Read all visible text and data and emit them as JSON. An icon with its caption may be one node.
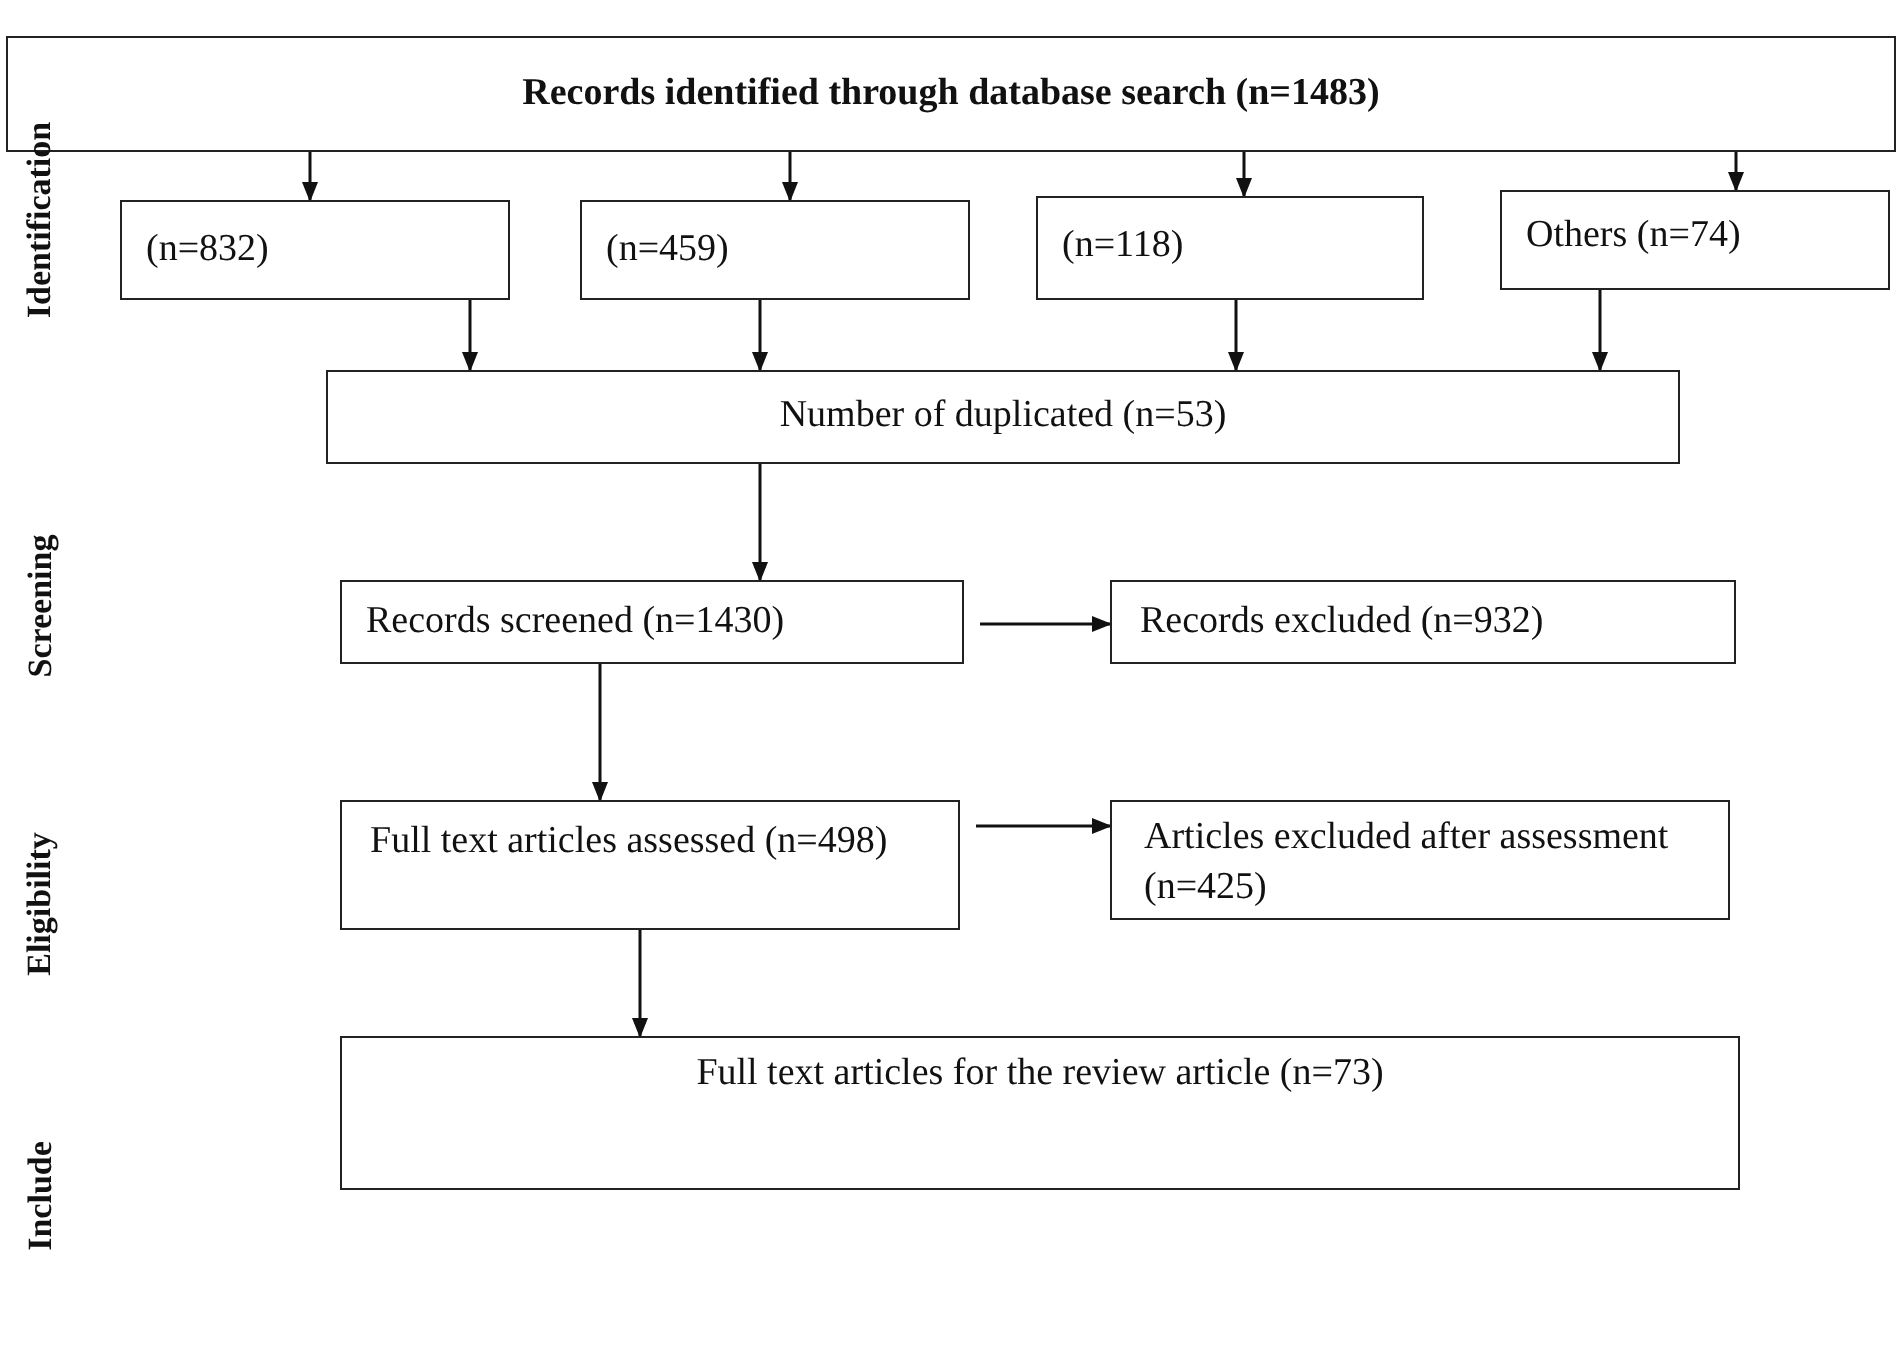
{
  "diagram": {
    "nodes": [
      {
        "text": [
          "Records identified through database search (n=1483)"
        ]
      },
      {
        "text": [
          "(n=832)"
        ]
      },
      {
        "text": [
          "(n=459)"
        ]
      },
      {
        "text": [
          "(n=118)"
        ]
      },
      {
        "text": [
          "Others (n=74)"
        ]
      },
      {
        "text": [
          "Number of duplicated (n=53)"
        ]
      },
      {
        "text": [
          "Records screened (n=1430)"
        ]
      },
      {
        "text": [
          "Records excluded (n=932)"
        ]
      },
      {
        "text": [
          "Full text articles assessed (n=498)"
        ]
      },
      {
        "text": [
          "Articles excluded after assessment (n=425)"
        ]
      },
      {
        "text": [
          "Full text articles for the review article (n=73)"
        ]
      }
    ],
    "edges": [
      {
        "from": 0,
        "to": 1,
        "arrow": "to"
      },
      {
        "from": 0,
        "to": 2,
        "arrow": "to"
      },
      {
        "from": 0,
        "to": 3,
        "arrow": "to"
      },
      {
        "from": 0,
        "to": 4,
        "arrow": "to"
      },
      {
        "from": 1,
        "to": 5,
        "arrow": "to"
      },
      {
        "from": 2,
        "to": 5,
        "arrow": "to"
      },
      {
        "from": 3,
        "to": 5,
        "arrow": "to"
      },
      {
        "from": 4,
        "to": 5,
        "arrow": "to"
      },
      {
        "from": 5,
        "to": 6,
        "arrow": "to"
      },
      {
        "from": 6,
        "to": 7,
        "arrow": "to"
      },
      {
        "from": 6,
        "to": 8,
        "arrow": "to"
      },
      {
        "from": 8,
        "to": 9,
        "arrow": "to"
      },
      {
        "from": 8,
        "to": 10,
        "arrow": "to"
      }
    ],
    "labels": [
      "Identification",
      "Screening",
      "Eligibility",
      "Include"
    ]
  }
}
